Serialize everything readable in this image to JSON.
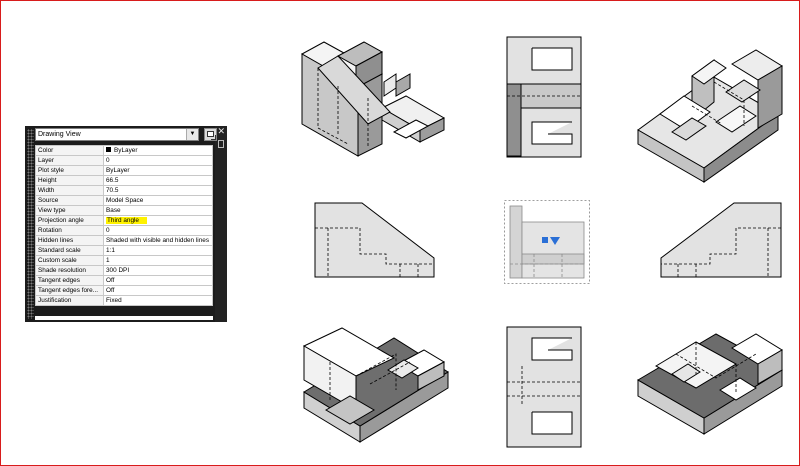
{
  "properties_palette": {
    "object_type": "Drawing View",
    "close_glyph": "✕",
    "rows": [
      {
        "name": "Color",
        "value": "ByLayer",
        "swatch": "#000000"
      },
      {
        "name": "Layer",
        "value": "0"
      },
      {
        "name": "Plot style",
        "value": "ByLayer"
      },
      {
        "name": "Height",
        "value": "66.5"
      },
      {
        "name": "Width",
        "value": "70.5"
      },
      {
        "name": "Source",
        "value": "Model Space"
      },
      {
        "name": "View type",
        "value": "Base"
      },
      {
        "name": "Projection angle",
        "value": "Third angle",
        "highlight": "#fff200"
      },
      {
        "name": "Rotation",
        "value": "0"
      },
      {
        "name": "Hidden lines",
        "value": "Shaded with visible and hidden lines"
      },
      {
        "name": "Standard scale",
        "value": "1:1"
      },
      {
        "name": "Custom scale",
        "value": "1"
      },
      {
        "name": "Shade resolution",
        "value": "300 DPI"
      },
      {
        "name": "Tangent edges",
        "value": "Off"
      },
      {
        "name": "Tangent edges fore...",
        "value": "Off"
      },
      {
        "name": "Justification",
        "value": "Fixed"
      }
    ]
  },
  "colors": {
    "frame_border": "#d81c1c",
    "view_fill": "#e2e2e2",
    "view_shadow": "#6e6e6e",
    "grip_blue": "#2a6fd6",
    "highlight": "#fff200"
  }
}
